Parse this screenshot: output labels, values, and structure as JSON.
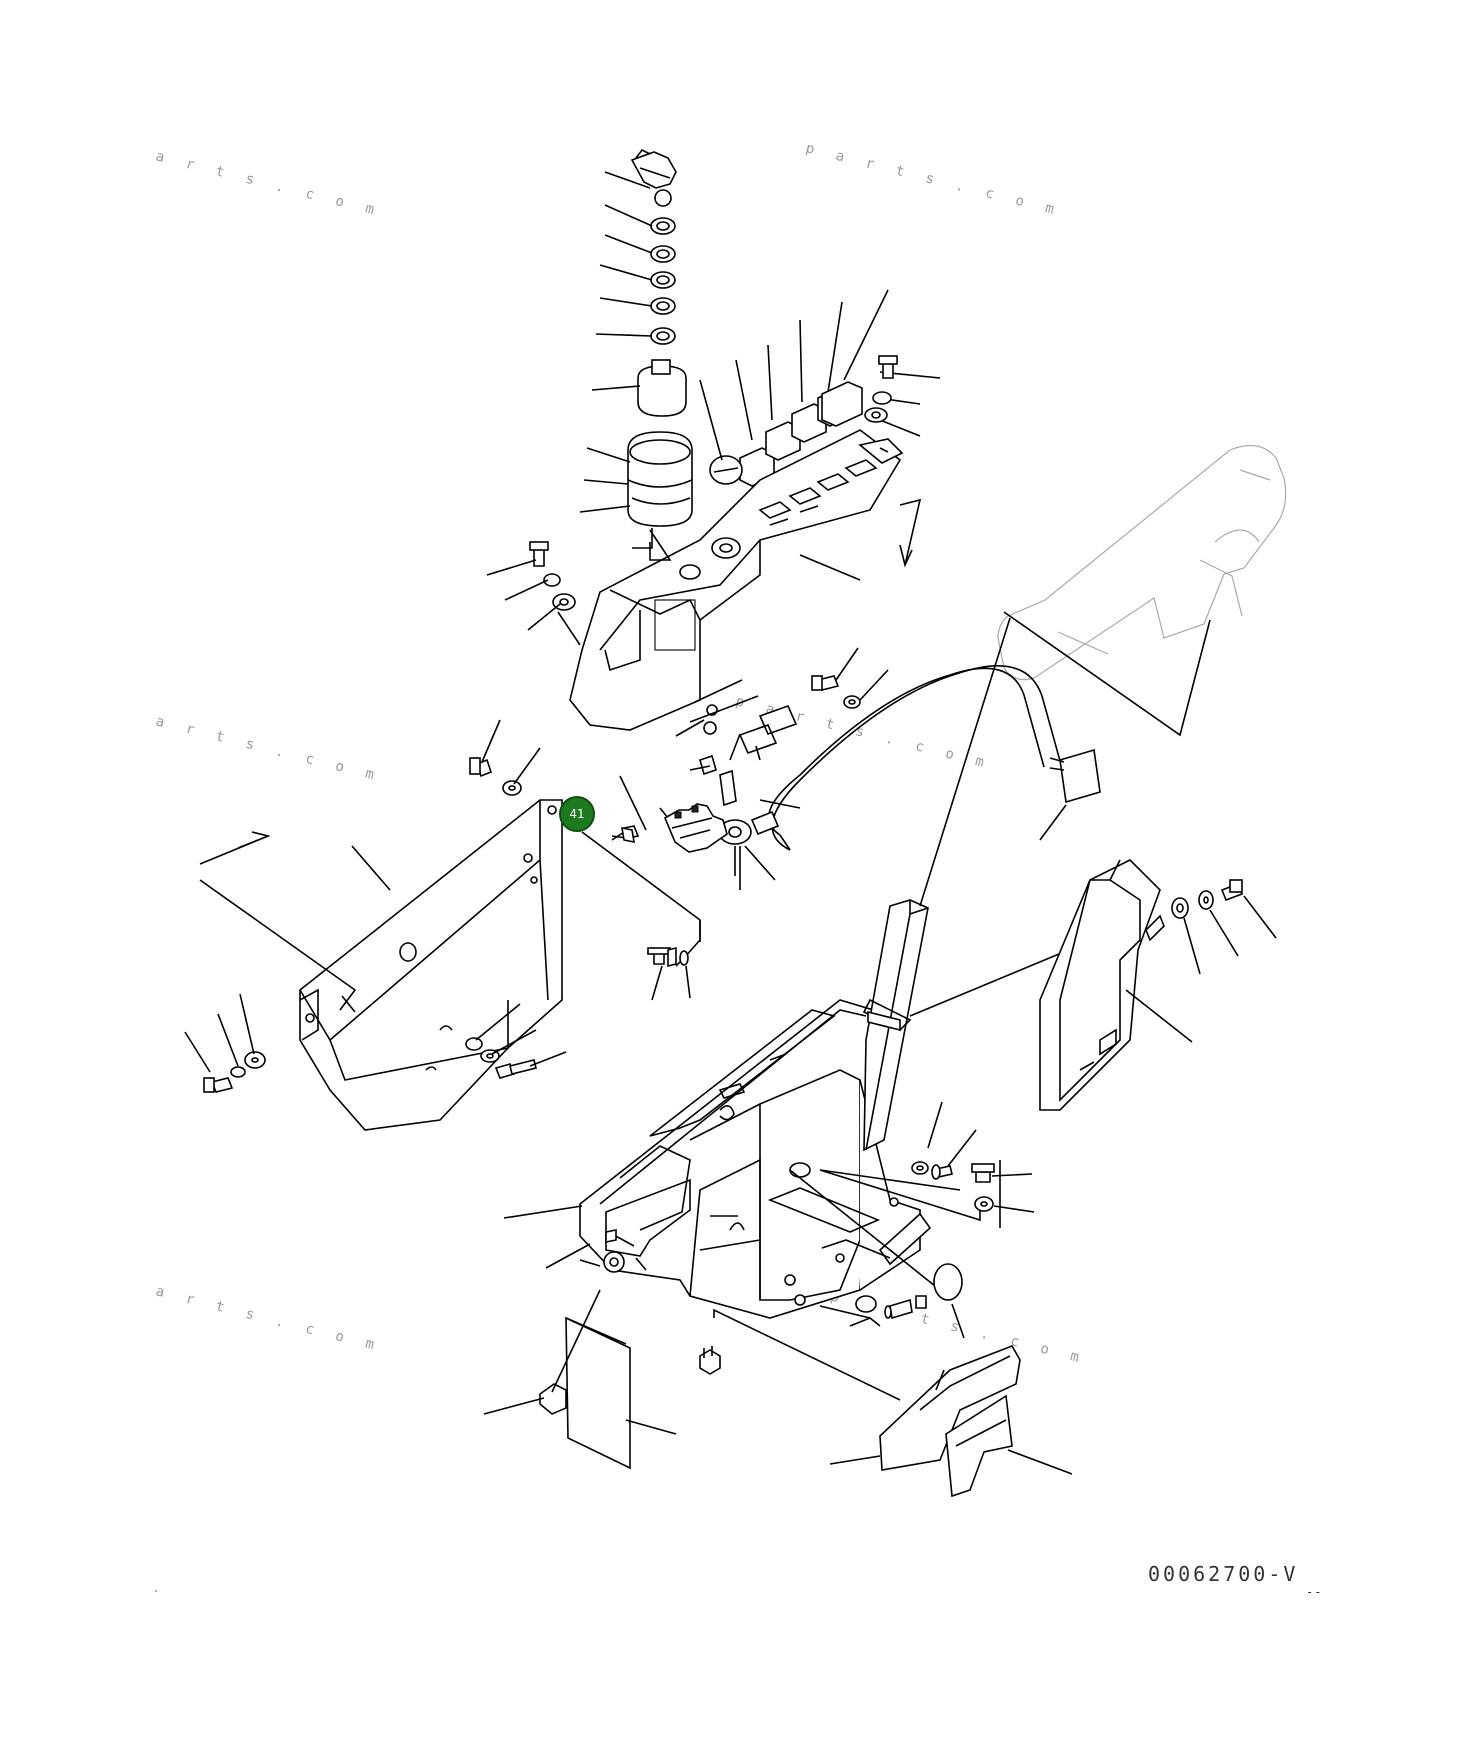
{
  "diagram": {
    "drawing_number": "00062700-V",
    "corner_mark": "--",
    "callout": {
      "label": "41",
      "color": "#1e7a1e"
    },
    "watermark": "a r t s . c o m",
    "watermark_alt": "p a r t s . c o m"
  }
}
